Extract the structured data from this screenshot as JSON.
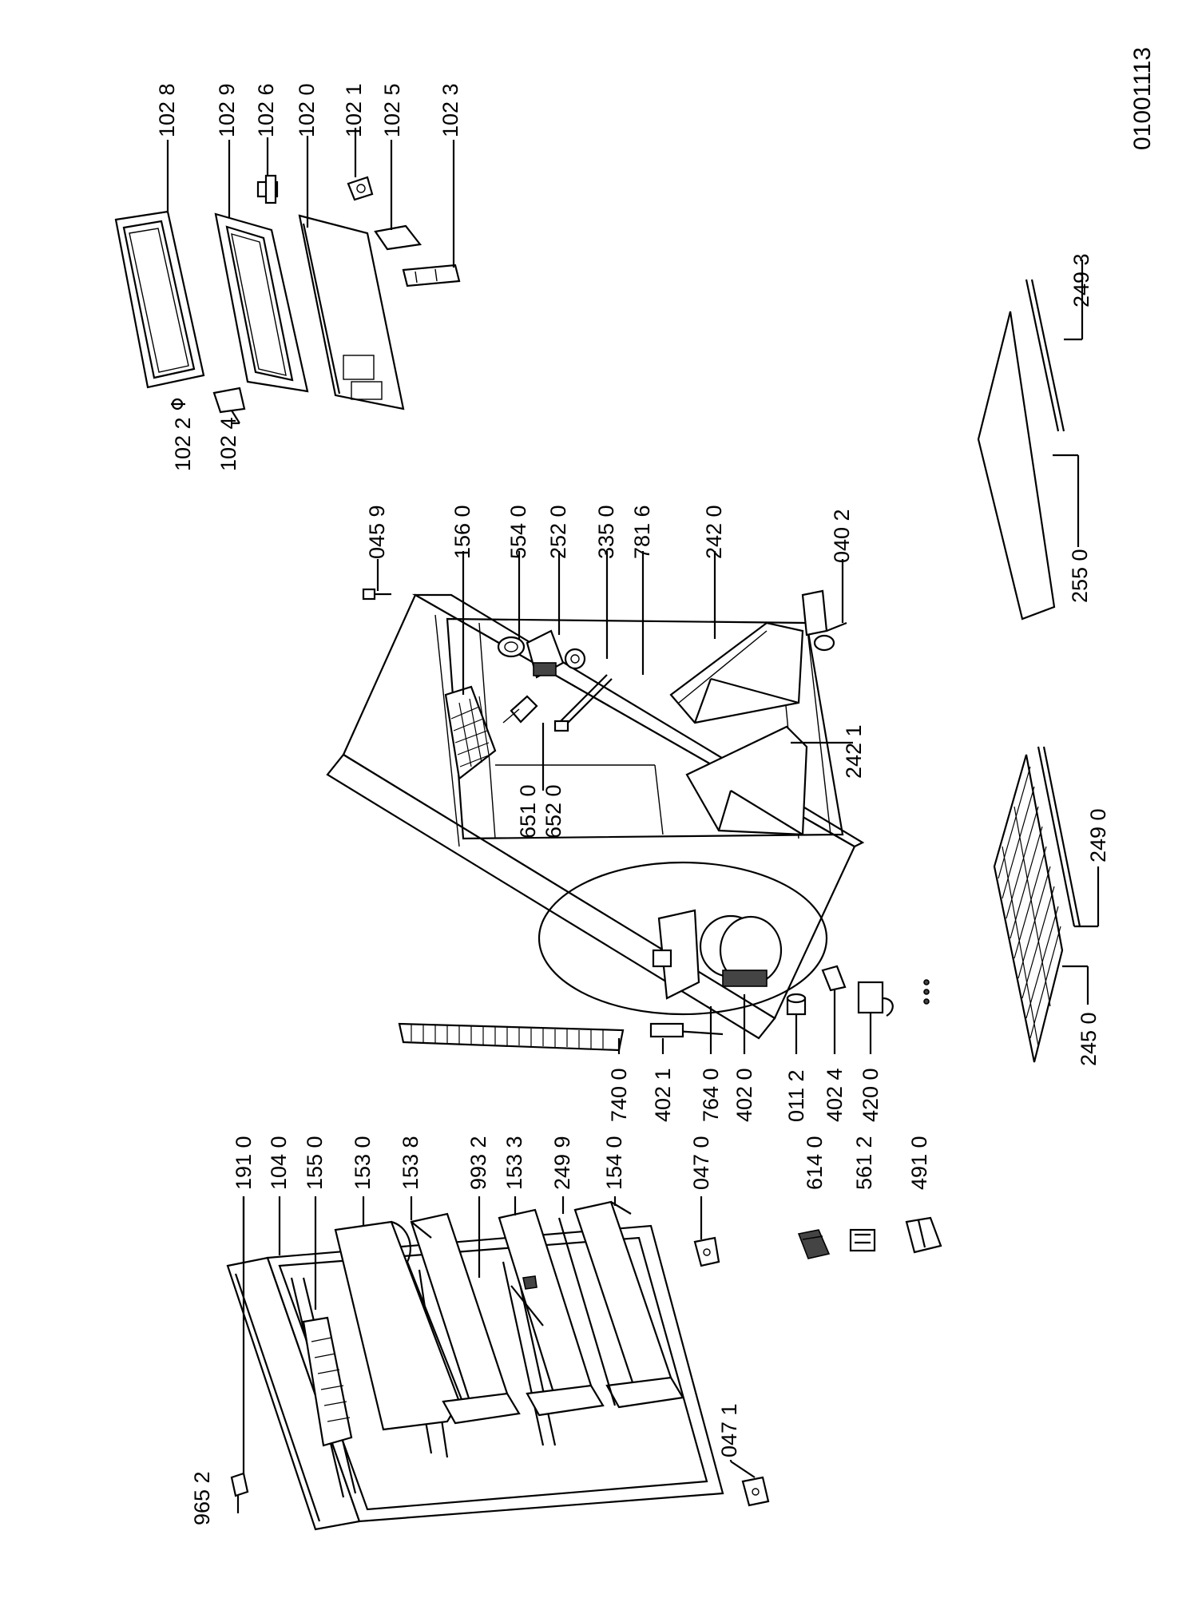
{
  "doc_ref": "01001113",
  "door": {
    "l9652": "965 2",
    "l1910": "191 0",
    "l1040": "104 0",
    "l1550": "155 0",
    "l1530": "153 0",
    "l1538": "153 8",
    "l9932": "993 2",
    "l1533": "153 3",
    "l2499": "249 9",
    "l1540": "154 0",
    "l0470": "047 0",
    "l0471": "047 1"
  },
  "loose": {
    "l6140": "614 0",
    "l5612": "561 2",
    "l4910": "491 0"
  },
  "cabinet": {
    "l0459": "045 9",
    "l1560": "156 0",
    "l5540": "554 0",
    "l2520": "252 0",
    "l3350": "335 0",
    "l7816": "781 6",
    "l2420": "242 0",
    "l0402": "040 2",
    "l2421": "242 1",
    "l6510": "651 0",
    "l6520": "652 0",
    "l7400": "740 0",
    "l4021": "402 1",
    "l7640": "764 0",
    "l4020": "402 0",
    "l0112": "011 2",
    "l4024": "402 4",
    "l4200": "420 0"
  },
  "top": {
    "l1028": "102 8",
    "l1029": "102 9",
    "l1026": "102 6",
    "l1020": "102 0",
    "l1021": "102 1",
    "l1025": "102 5",
    "l1023": "102 3",
    "l1022": "102 2",
    "l1024": "102 4"
  },
  "shelves": {
    "l2493": "249 3",
    "l2550": "255 0",
    "l2490": "249 0",
    "l2450": "245 0"
  }
}
